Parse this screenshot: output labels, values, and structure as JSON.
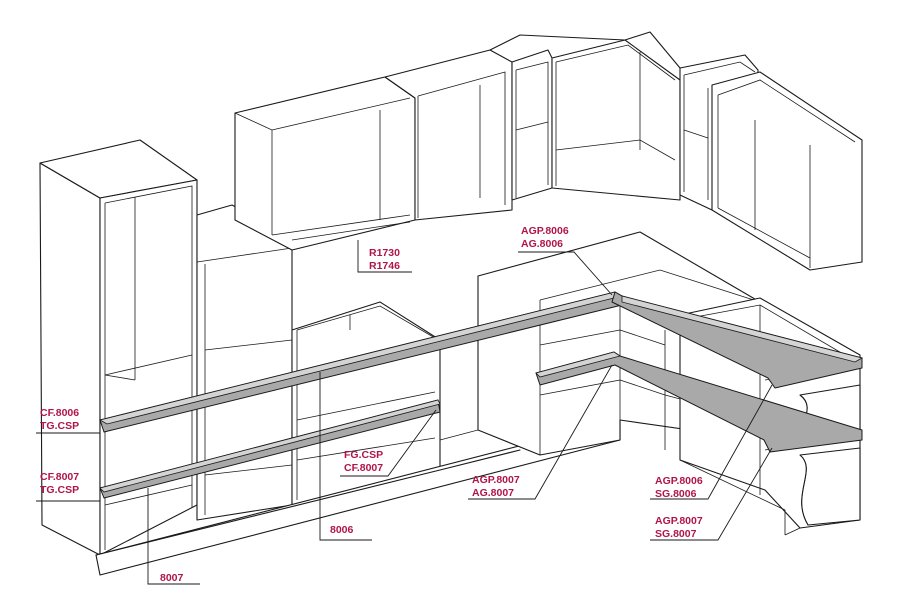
{
  "labels": {
    "r1730": "R1730",
    "r1746": "R1746",
    "agp8006_top": "AGP.8006",
    "ag8006": "AG.8006",
    "cf8006": "CF.8006",
    "tgcsp_1": "TG.CSP",
    "cf8007": "CF.8007",
    "tgcsp_2": "TG.CSP",
    "fgcsp": "FG.CSP",
    "cf8007_mid": "CF.8007",
    "n8006": "8006",
    "n8007": "8007",
    "agp8007": "AGP.8007",
    "ag8007": "AG.8007",
    "agp8006_right": "AGP.8006",
    "sg8006": "SG.8006",
    "agp8007_right": "AGP.8007",
    "sg8007": "SG.8007"
  },
  "colors": {
    "label": "#b0154a",
    "line": "#1a1a1a",
    "rail": "#a9a9a9",
    "background": "#ffffff"
  }
}
